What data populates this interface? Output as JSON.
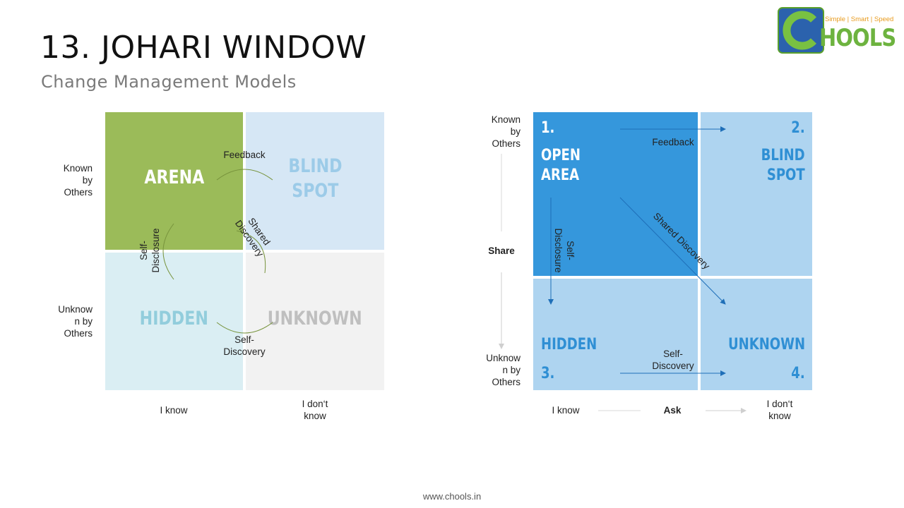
{
  "header": {
    "title": "13. JOHARI WINDOW",
    "subtitle": "Change Management Models"
  },
  "logo": {
    "tagline": "Simple | Smart | Speed",
    "wordmark": "HOOLS"
  },
  "colors": {
    "arena": "#9bbb59",
    "blind_left": "#d6e7f5",
    "hidden_left": "#daeef3",
    "unknown_left": "#f2f2f2",
    "open_right": "#3597dc",
    "quad_right_light": "#aed4f0",
    "curve": "#77933c",
    "arrow": "#1f6fb8"
  },
  "left_diagram": {
    "quadrants": {
      "arena": "ARENA",
      "blind_line1": "BLIND",
      "blind_line2": "SPOT",
      "hidden": "HIDDEN",
      "unknown": "UNKNOWN"
    },
    "labels": {
      "feedback": "Feedback",
      "shared_line1": "Shared",
      "shared_line2": "Discovery",
      "self_disclosure_line1": "Self-",
      "self_disclosure_line2": "Disclosure",
      "self_discovery_line1": "Self-",
      "self_discovery_line2": "Discovery"
    },
    "row_labels": {
      "known": [
        "Known",
        "by",
        "Others"
      ],
      "unknown": [
        "Unknow",
        "n by",
        "Others"
      ]
    },
    "col_labels": {
      "i_know": "I know",
      "i_dont_know": [
        "I don‘t",
        "know"
      ]
    }
  },
  "right_diagram": {
    "quadrants": {
      "open_num": "1.",
      "open_line1": "OPEN",
      "open_line2": "AREA",
      "blind_num": "2.",
      "blind_line1": "BLIND",
      "blind_line2": "SPOT",
      "hidden": "HIDDEN",
      "hidden_num": "3.",
      "unknown": "UNKNOWN",
      "unknown_num": "4."
    },
    "labels": {
      "feedback": "Feedback",
      "shared_discovery": "Shared Discovery",
      "self_disclosure_line1": "Self-",
      "self_disclosure_line2": "Disclosure",
      "self_discovery_line1": "Self-",
      "self_discovery_line2": "Discovery"
    },
    "row_labels": {
      "known": [
        "Known",
        "by",
        "Others"
      ],
      "share": "Share",
      "unknown": [
        "Unknow",
        "n by",
        "Others"
      ]
    },
    "col_labels": {
      "i_know": "I know",
      "ask": "Ask",
      "i_dont_know": [
        "I don‘t",
        "know"
      ]
    }
  },
  "footer": {
    "url": "www.chools.in"
  }
}
